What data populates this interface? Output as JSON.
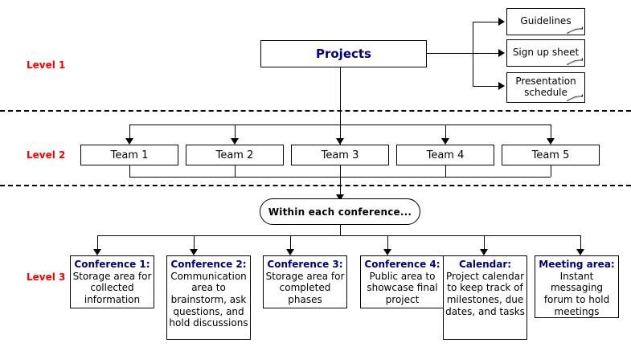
{
  "levels": [
    {
      "label": "Level 1"
    },
    {
      "label": "Level 2"
    },
    {
      "label": "Level 3"
    }
  ],
  "root": {
    "label": "Projects"
  },
  "documents": [
    {
      "label": "Guidelines"
    },
    {
      "label": "Sign up sheet"
    },
    {
      "label": "Presentation schedule"
    }
  ],
  "teams": [
    {
      "label": "Team 1"
    },
    {
      "label": "Team 2"
    },
    {
      "label": "Team 3"
    },
    {
      "label": "Team 4"
    },
    {
      "label": "Team 5"
    }
  ],
  "hub": {
    "label": "Within each conference..."
  },
  "conferences": [
    {
      "title": "Conference 1:",
      "body": "Storage area for collected information"
    },
    {
      "title": "Conference 2:",
      "body": "Communication area to brainstorm, ask questions, and hold discussions"
    },
    {
      "title": "Conference 3:",
      "body": "Storage area for completed phases"
    },
    {
      "title": "Conference 4:",
      "body": "Public area to showcase final project"
    },
    {
      "title": "Calendar:",
      "body": "Project calendar to keep track of milestones, due dates, and tasks"
    },
    {
      "title": "Meeting area:",
      "body": "Instant messaging forum to hold meetings"
    }
  ],
  "colors": {
    "level_label": "#ff0000",
    "heading": "#000080",
    "line": "#000000",
    "background": "#ffffff"
  }
}
